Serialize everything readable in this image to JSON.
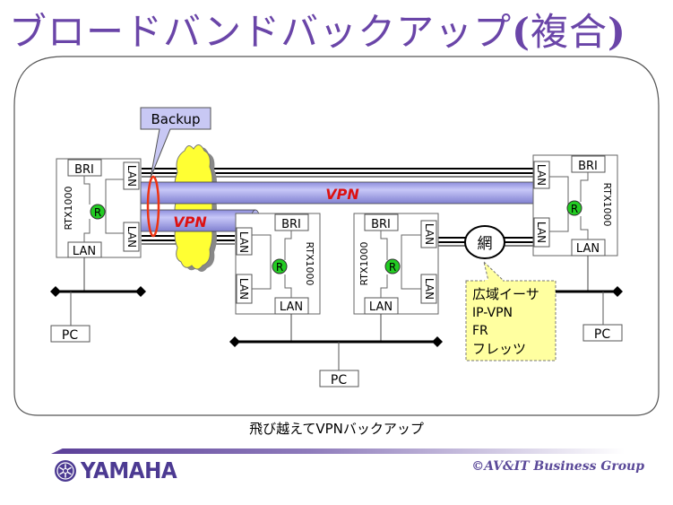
{
  "slide": {
    "title_main": "ブロードバンドバックアップ",
    "title_paren_open": "(",
    "title_kanji": "複合",
    "title_paren_close": ")",
    "caption": "飛び越えてVPNバックアップ"
  },
  "diagram": {
    "callout_backup": "Backup",
    "vpn_label_long": "VPN",
    "vpn_label_short": "VPN",
    "network_node": "網",
    "network_types": [
      "広域イーサ",
      "IP-VPN",
      "FR",
      "フレッツ"
    ],
    "routers": [
      {
        "id": "left",
        "model": "RTX1000",
        "port_top": "BRI",
        "port_bottom": "LAN",
        "side_ports": [
          "LAN",
          "LAN"
        ],
        "marker": "R"
      },
      {
        "id": "center-left",
        "model": "RTX1000",
        "port_top": "BRI",
        "port_bottom": "LAN",
        "side_ports": [
          "LAN",
          "LAN"
        ],
        "marker": "R"
      },
      {
        "id": "center-right",
        "model": "RTX1000",
        "port_top": "BRI",
        "port_bottom": "LAN",
        "side_ports": [
          "LAN",
          "LAN"
        ],
        "marker": "R"
      },
      {
        "id": "right",
        "model": "RTX1000",
        "port_top": "BRI",
        "port_bottom": "LAN",
        "side_ports": [
          "LAN",
          "LAN"
        ],
        "marker": "R"
      }
    ],
    "pcs": [
      "PC",
      "PC",
      "PC"
    ],
    "colors": {
      "title": "#6a45a8",
      "tunnel": "#aaaaf0",
      "router_marker": "#22cc22",
      "vpn_text": "#dd1111",
      "cloud": "#ffff33",
      "callout_fill": "#ffffa0",
      "backup_callout": "#c8c8f4",
      "backup_ring": "#ee3311"
    }
  },
  "footer": {
    "brand": "YAMAHA",
    "copyright": "©AV&IT Business Group"
  }
}
